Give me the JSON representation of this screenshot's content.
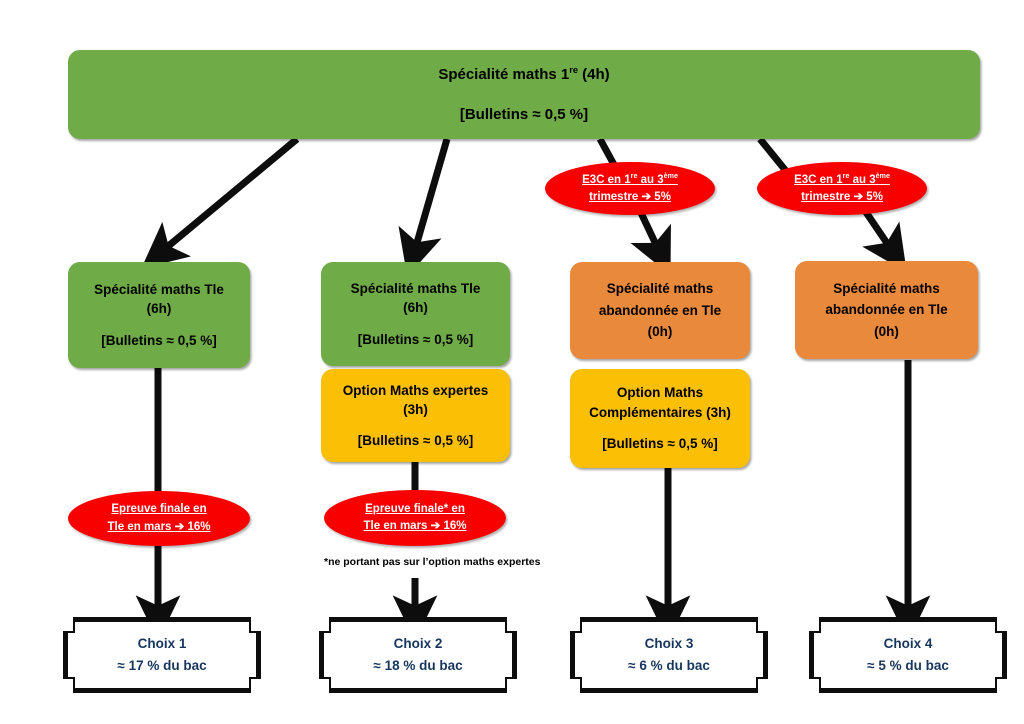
{
  "diagram": {
    "title_box": {
      "line1_pre": "Spécialité maths 1",
      "line1_sup": "re",
      "line1_post": " (4h)",
      "line2": "[Bulletins ≈ 0,5 %]",
      "color": "#6FAB46"
    },
    "e3c_badges": [
      {
        "line1_pre": "E3C en 1",
        "line1_sup1": "re",
        "line1_mid": " au 3",
        "line1_sup2": "ème",
        "line2": "trimestre ➔ 5%",
        "color": "#F80000"
      },
      {
        "line1_pre": "E3C en 1",
        "line1_sup1": "re",
        "line1_mid": " au 3",
        "line1_sup2": "ème",
        "line2": "trimestre ➔ 5%",
        "color": "#F80000"
      }
    ],
    "columns": [
      {
        "id": "col1",
        "boxes": [
          {
            "kind": "green",
            "line1": "Spécialité maths Tle",
            "line2": "(6h)",
            "line3": "[Bulletins ≈ 0,5 %]",
            "color": "#6FAB46"
          }
        ],
        "exam": {
          "line1": "Epreuve finale en",
          "line2": "Tle en mars ➔ 16%",
          "color": "#F80000"
        },
        "footnote": "",
        "choice": {
          "label": "Choix 1",
          "share": "≈ 17 % du bac"
        }
      },
      {
        "id": "col2",
        "boxes": [
          {
            "kind": "green",
            "line1": "Spécialité maths Tle",
            "line2": "(6h)",
            "line3": "[Bulletins ≈ 0,5 %]",
            "color": "#6FAB46"
          },
          {
            "kind": "yellow",
            "line1": "Option Maths expertes",
            "line2": "(3h)",
            "line3": "[Bulletins ≈ 0,5 %]",
            "color": "#FBBF06"
          }
        ],
        "exam": {
          "line1": "Epreuve finale* en",
          "line2": "Tle en mars ➔ 16%",
          "color": "#F80000"
        },
        "footnote": "*ne portant pas sur l’option maths expertes",
        "choice": {
          "label": "Choix 2",
          "share": "≈ 18 % du bac"
        }
      },
      {
        "id": "col3",
        "boxes": [
          {
            "kind": "orange",
            "line1": "Spécialité maths",
            "line2": "abandonnée en Tle",
            "line3": "(0h)",
            "color": "#E8893C"
          },
          {
            "kind": "yellow",
            "line1": "Option Maths",
            "line2": "Complémentaires (3h)",
            "line3": "[Bulletins ≈ 0,5 %]",
            "color": "#FBBF06"
          }
        ],
        "exam": null,
        "footnote": "",
        "choice": {
          "label": "Choix 3",
          "share": "≈ 6 % du bac"
        }
      },
      {
        "id": "col4",
        "boxes": [
          {
            "kind": "orange",
            "line1": "Spécialité maths",
            "line2": "abandonnée en Tle",
            "line3": "(0h)",
            "color": "#E8893C"
          }
        ],
        "exam": null,
        "footnote": "",
        "choice": {
          "label": "Choix 4",
          "share": "≈ 5 % du bac"
        }
      }
    ]
  }
}
